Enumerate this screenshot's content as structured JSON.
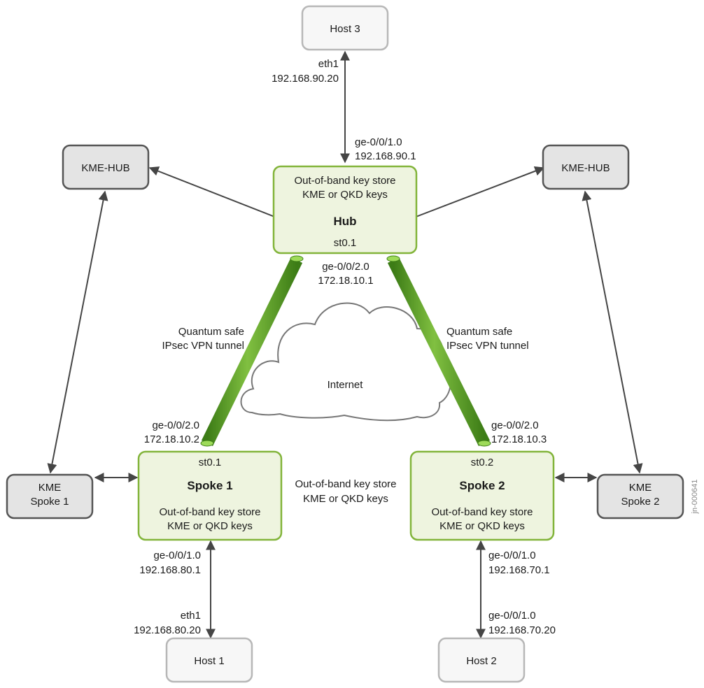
{
  "nodes": {
    "host3": {
      "label": "Host 3"
    },
    "host1": {
      "label": "Host 1"
    },
    "host2": {
      "label": "Host 2"
    },
    "kme_hub_left": {
      "label": "KME-HUB"
    },
    "kme_hub_right": {
      "label": "KME-HUB"
    },
    "kme_spoke1": {
      "line1": "KME",
      "line2": "Spoke 1"
    },
    "kme_spoke2": {
      "line1": "KME",
      "line2": "Spoke 2"
    },
    "hub": {
      "line1": "Out-of-band key store",
      "line2": "KME or QKD keys",
      "title": "Hub",
      "interface": "st0.1"
    },
    "spoke1": {
      "interface": "st0.1",
      "title": "Spoke 1",
      "line1": "Out-of-band key store",
      "line2": "KME or QKD keys"
    },
    "spoke2": {
      "interface": "st0.2",
      "title": "Spoke 2",
      "line1": "Out-of-band key store",
      "line2": "KME or QKD keys"
    },
    "internet": {
      "label": "Internet"
    }
  },
  "labels": {
    "host3_eth": {
      "line1": "eth1",
      "line2": "192.168.90.20"
    },
    "hub_ge1": {
      "line1": "ge-0/0/1.0",
      "line2": "192.168.90.1"
    },
    "hub_ge2": {
      "line1": "ge-0/0/2.0",
      "line2": "172.18.10.1"
    },
    "tunnel_left": {
      "line1": "Quantum safe",
      "line2": "IPsec VPN tunnel"
    },
    "tunnel_right": {
      "line1": "Quantum safe",
      "line2": "IPsec VPN tunnel"
    },
    "spoke1_ge2": {
      "line1": "ge-0/0/2.0",
      "line2": "172.18.10.2"
    },
    "spoke2_ge2": {
      "line1": "ge-0/0/2.0",
      "line2": "172.18.10.3"
    },
    "middle_keystore": {
      "line1": "Out-of-band key store",
      "line2": "KME or QKD keys"
    },
    "spoke1_ge1": {
      "line1": "ge-0/0/1.0",
      "line2": "192.168.80.1"
    },
    "host1_eth": {
      "line1": "eth1",
      "line2": "192.168.80.20"
    },
    "spoke2_ge1": {
      "line1": "ge-0/0/1.0",
      "line2": "192.168.70.1"
    },
    "host2_ge": {
      "line1": "ge-0/0/1.0",
      "line2": "192.168.70.20"
    }
  },
  "figure_id": "jn-000641",
  "colors": {
    "device_fill": "#eef4df",
    "device_border": "#82b43a",
    "tunnel_green": "#5a9a2a",
    "kme_fill": "#e4e4e4",
    "host_fill": "#f7f7f7",
    "arrow": "#454545"
  }
}
